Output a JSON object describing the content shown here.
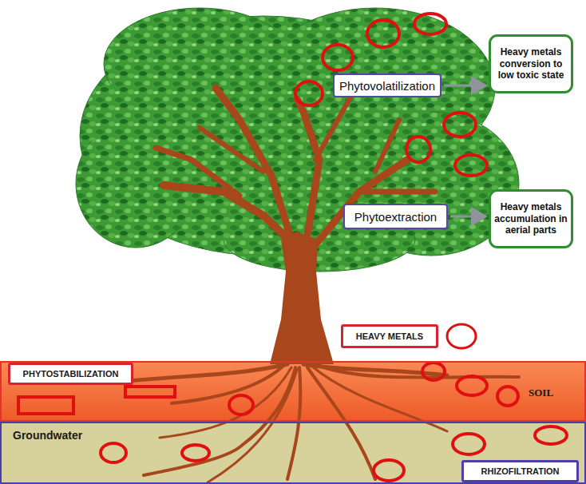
{
  "diagram": {
    "nodes": [
      {
        "text": [
          "Phytovolatilization"
        ]
      },
      {
        "text": [
          "Heavy metals conversion to low toxic state"
        ]
      },
      {
        "text": [
          "Phytoextraction"
        ]
      },
      {
        "text": [
          "Heavy metals accumulation in aerial parts"
        ]
      },
      {
        "text": [
          "HEAVY METALS"
        ]
      },
      {
        "text": [
          "SOIL"
        ]
      },
      {
        "text": [
          "PHYTOSTABILIZATION"
        ],
        "in": 5
      },
      {
        "text": [
          "Groundwater"
        ]
      },
      {
        "text": [
          "RHIZOFILTRATION"
        ],
        "in": 7
      }
    ],
    "edges": [
      {
        "from": 0,
        "to": 1,
        "arrow": "to"
      },
      {
        "from": 2,
        "to": 3,
        "arrow": "to"
      }
    ]
  }
}
